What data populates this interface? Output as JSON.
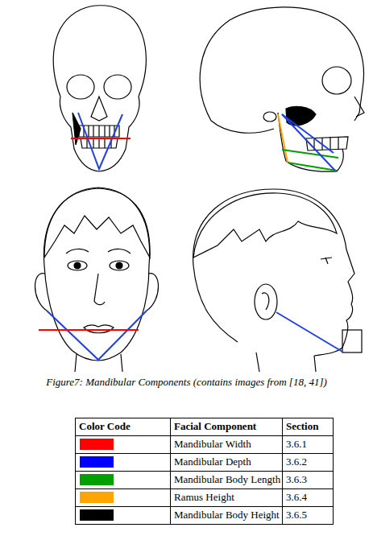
{
  "diagram": {
    "caption": "Figure7: Mandibular Components (contains images from [18, 41])",
    "labels": [
      "Color Code",
      "Facial Component",
      "Section",
      "3.6.1",
      "3.6.2",
      "3.6.3",
      "3.6.4",
      "3.6.5"
    ],
    "legend": [
      {
        "text": "Mandibular Width",
        "color": "#ff0000"
      },
      {
        "text": "Mandibular Depth",
        "color": "#0000ff"
      },
      {
        "text": "Mandibular Body Length",
        "color": "#00a000"
      },
      {
        "text": "Ramus Height",
        "color": "#ffa500"
      },
      {
        "text": "Mandibular Body Height",
        "color": "#000000"
      }
    ]
  }
}
